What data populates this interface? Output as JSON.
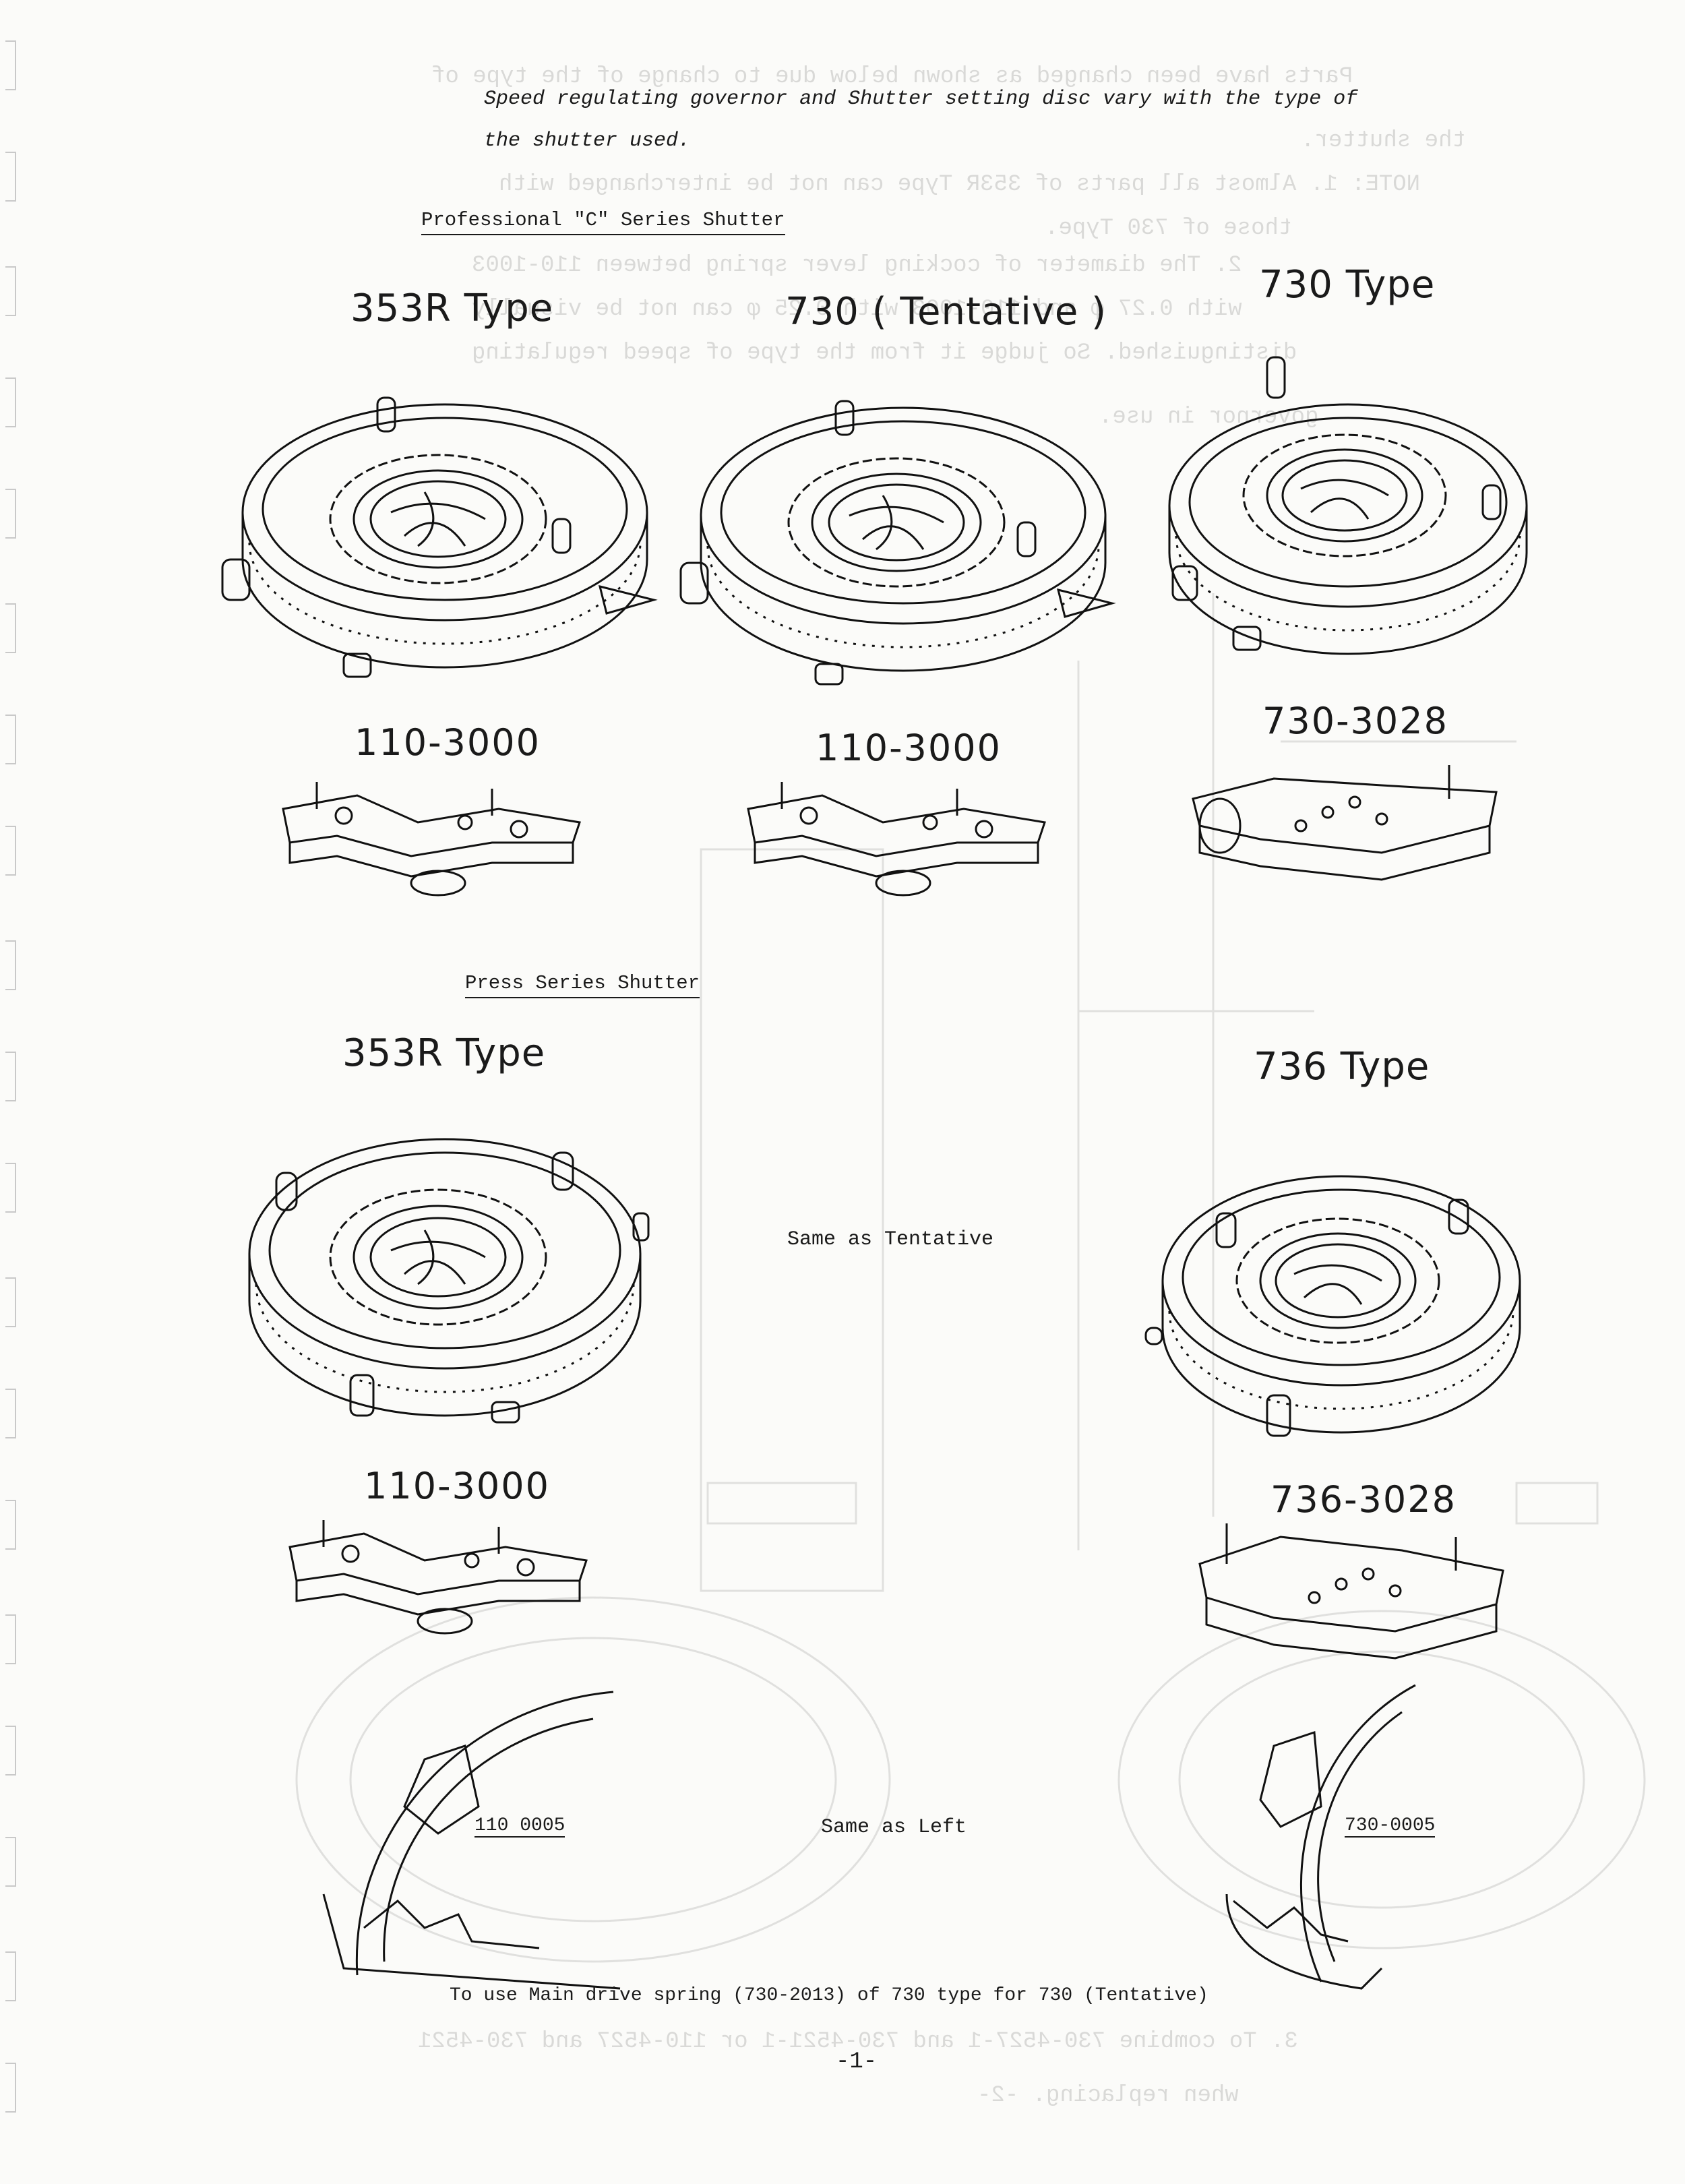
{
  "intro": {
    "line1": "Speed regulating governor and Shutter setting disc vary with the type of",
    "line2": "the shutter used."
  },
  "sections": {
    "professional": "Professional \"C\" Series  Shutter",
    "press": "Press  Series  Shutter"
  },
  "types": {
    "pro_353r": "353R Type",
    "pro_730_tentative": "730 ( Tentative )",
    "pro_730": "730 Type",
    "press_353r": "353R Type",
    "press_736": "736 Type"
  },
  "parts": {
    "pro_353r_governor": "110-3000",
    "pro_730t_governor": "110-3000",
    "pro_730_governor": "730-3028",
    "press_353r_governor": "110-3000",
    "press_736_governor": "736-3028"
  },
  "notes": {
    "same_as_tentative": "Same as Tentative",
    "same_as_left": "Same as Left"
  },
  "discs": {
    "left": "110 0005",
    "right": "730-0005"
  },
  "footer": {
    "main_spring_note": "To use Main drive spring (730-2013) of 730 type for 730 (Tentative)",
    "page_number": "-1-"
  }
}
